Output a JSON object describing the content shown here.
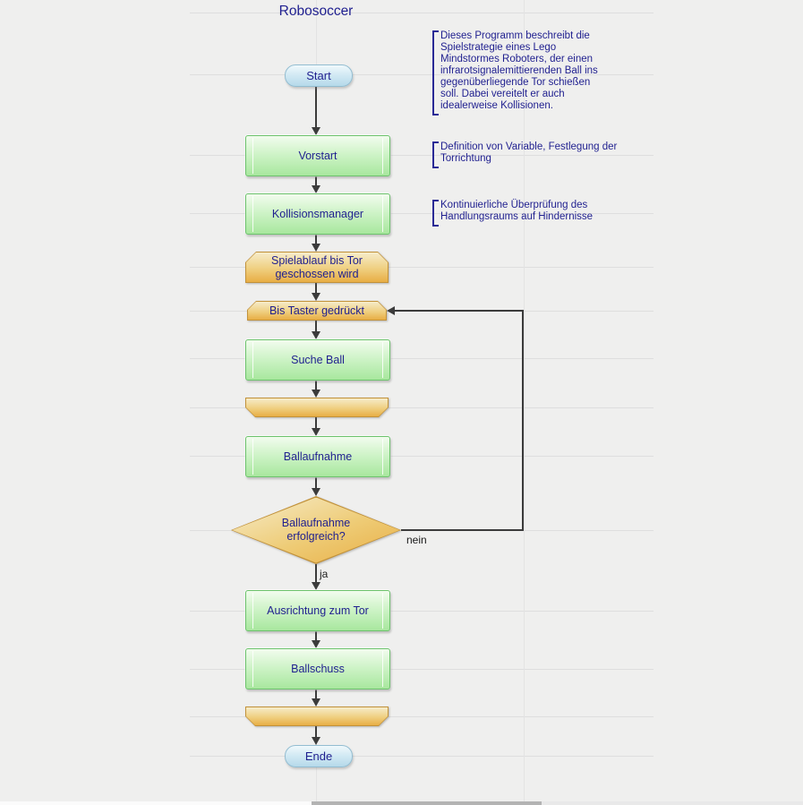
{
  "title": "Robosoccer",
  "nodes": {
    "start": "Start",
    "vorstart": "Vorstart",
    "kollisionsmanager": "Kollisionsmanager",
    "spielablauf": "Spielablauf bis Tor geschossen wird",
    "bis_taster": "Bis Taster gedrückt",
    "suche_ball": "Suche Ball",
    "ballaufnahme": "Ballaufnahme",
    "decision": "Ballaufnahme erfolgreich?",
    "ausrichtung": "Ausrichtung zum Tor",
    "ballschuss": "Ballschuss",
    "ende": "Ende"
  },
  "edge_labels": {
    "yes": "ja",
    "no": "nein"
  },
  "annotations": {
    "program": "Dieses Programm beschreibt die Spielstrategie eines Lego Mindstormes Roboters, der einen infrarotsignalemittierenden Ball ins gegenüberliegende Tor schießen soll. Dabei vereitelt er auch idealerweise Kollisionen.",
    "vorstart": "Definition von Variable, Festlegung der Torrichtung",
    "kollisionsmanager": "Kontinuierliche Überprüfung des Handlungsraums auf Hindernisse"
  },
  "colors": {
    "text_navy": "#1f1f8f",
    "process_border": "#6cc26c",
    "process_fill_top": "#f2fcee",
    "process_fill_bottom": "#a8e79e",
    "loop_border": "#c2923a",
    "loop_fill_top": "#f6ecca",
    "loop_fill_bottom": "#e8ae45",
    "terminator_border": "#93bdd1",
    "terminator_fill_top": "#f0f9fc",
    "terminator_fill_bottom": "#b5d9ea",
    "flow_line": "#3b3b3b",
    "grid_line": "#dedede",
    "background": "#efefee"
  }
}
